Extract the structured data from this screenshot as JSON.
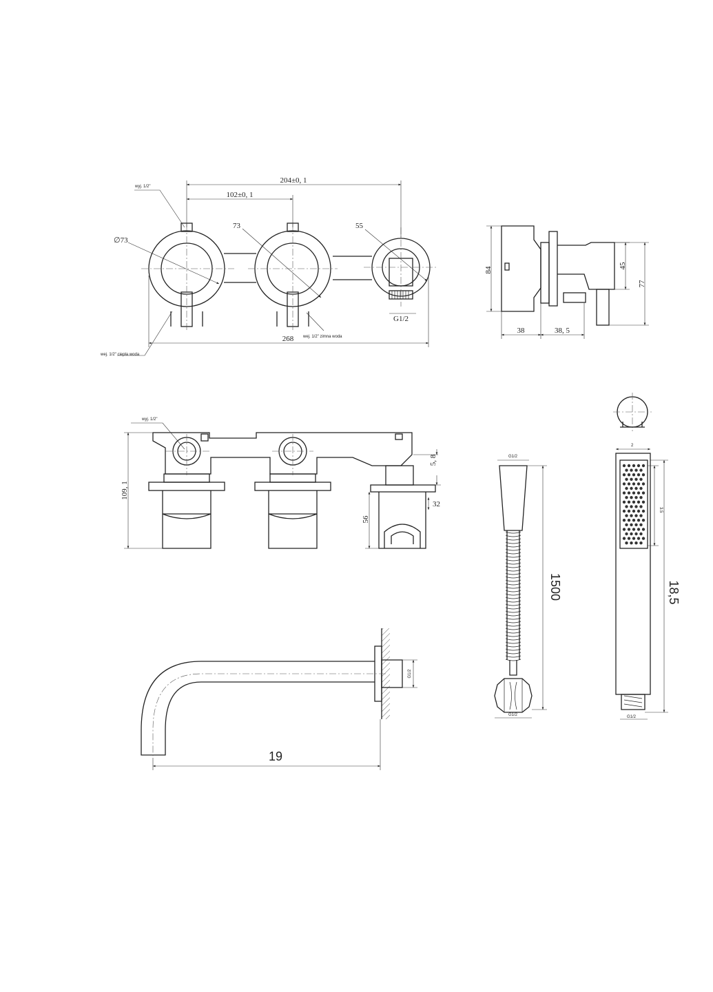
{
  "front_view": {
    "dim_centers_outer": "204±0, 1",
    "dim_centers_inner": "102±0, 1",
    "dim_total_width": "268",
    "dim_rosette_diameter": "∅73",
    "dim_rosette_mid": "73",
    "dim_small_rosette": "55",
    "thread_label": "G1/2",
    "note_outlet": "wyj. 1/2\"",
    "note_cold_inlet": "wej. 1/2\" zimna woda",
    "note_hot_inlet": "wej. 1/2\" ciepła woda"
  },
  "side_view": {
    "dim_height": "84",
    "dim_depth_body": "38",
    "dim_depth_handle": "38, 5",
    "dim_holder_height": "45",
    "dim_holder_total": "77"
  },
  "top_view": {
    "note_outlet": "wyj. 1/2\"",
    "dim_height": "109, 1",
    "dim_offset": "5, 8",
    "dim_plate": "32",
    "dim_holder": "56"
  },
  "hose": {
    "thread_top": "G1/2",
    "thread_bottom": "G1/2",
    "dim_length": "1500"
  },
  "hand_shower": {
    "dim_top_width": "2",
    "dim_spray_length": "3.5",
    "dim_total_length": "18,5",
    "thread_label": "G1/2"
  },
  "spout": {
    "thread_label": "G1/2",
    "dim_length": "19"
  }
}
